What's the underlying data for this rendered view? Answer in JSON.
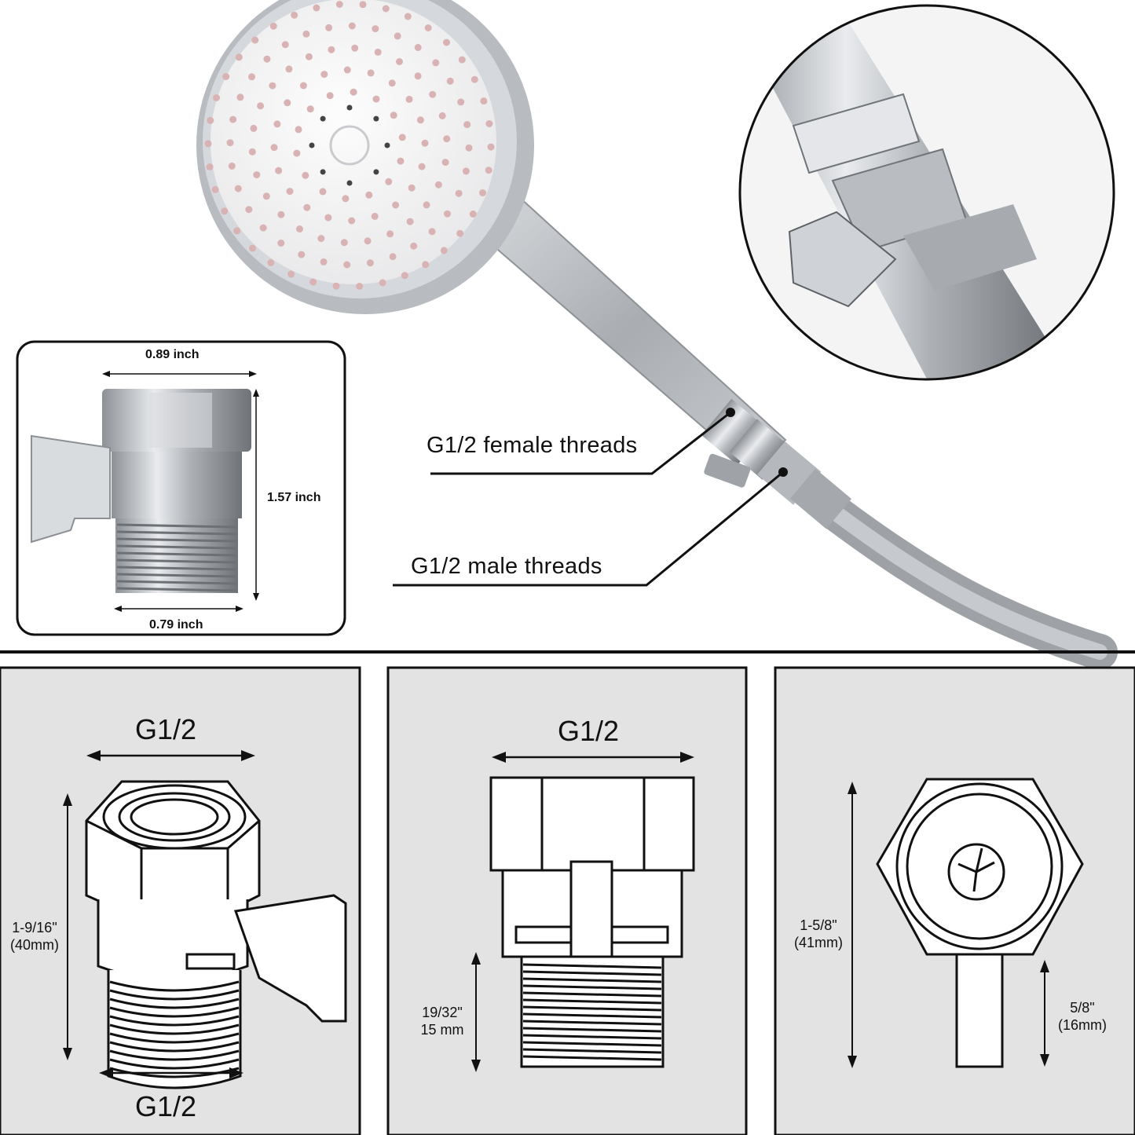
{
  "top": {
    "callouts": {
      "female": "G1/2 female threads",
      "male": "G1/2 male threads"
    },
    "inset": {
      "width_top": "0.89 inch",
      "height": "1.57 inch",
      "width_bottom": "0.79 inch"
    }
  },
  "panels": {
    "side": {
      "top_label": "G1/2",
      "bottom_label": "G1/2",
      "height_imperial": "1-9/16\"",
      "height_metric": "(40mm)"
    },
    "front": {
      "top_label": "G1/2",
      "thread_imperial": "19/32\"",
      "thread_metric": "15 mm"
    },
    "end": {
      "height_imperial": "1-5/8\"",
      "height_metric": "(41mm)",
      "handle_imperial": "5/8\"",
      "handle_metric": "(16mm)"
    }
  },
  "colors": {
    "panel_bg": "#e3e3e3",
    "chrome": "#c9ccd0",
    "line": "#111111"
  }
}
